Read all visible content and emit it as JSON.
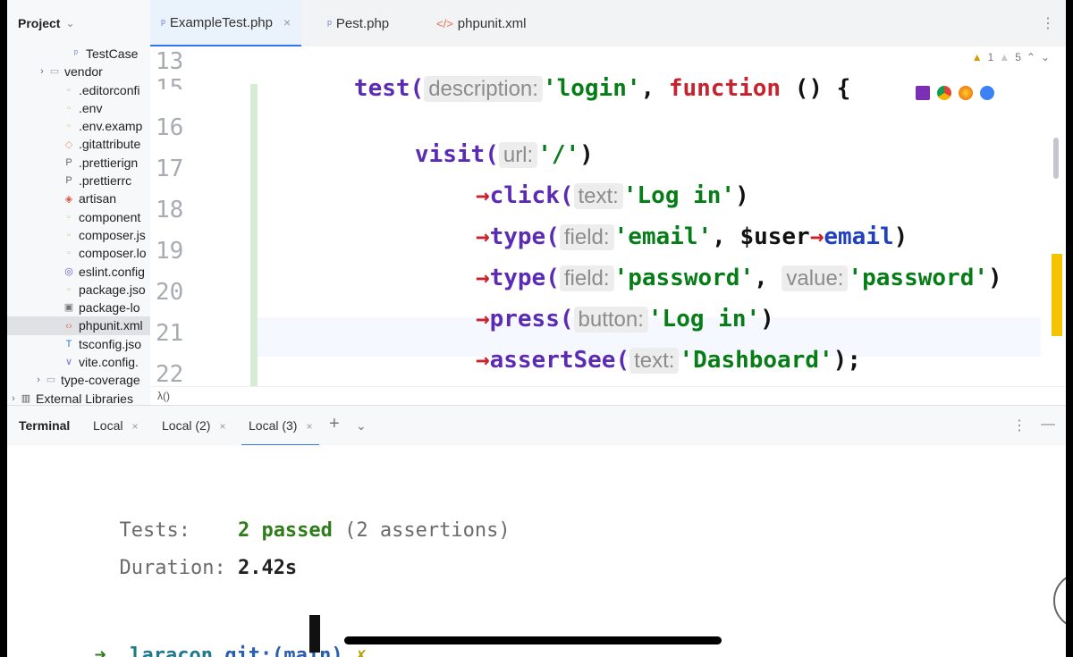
{
  "project": {
    "title": "Project",
    "tree": [
      {
        "label": "TestCase",
        "indent": 70,
        "icon": "php-file-icon",
        "arrow": ""
      },
      {
        "label": "vendor",
        "indent": 48,
        "icon": "folder-icon",
        "arrow": "›"
      },
      {
        "label": ".editorconfi",
        "indent": 62,
        "icon": "config-file-icon",
        "arrow": ""
      },
      {
        "label": ".env",
        "indent": 62,
        "icon": "env-file-icon",
        "arrow": ""
      },
      {
        "label": ".env.examp",
        "indent": 62,
        "icon": "env-file-icon",
        "arrow": ""
      },
      {
        "label": ".gitattribute",
        "indent": 62,
        "icon": "git-file-icon",
        "arrow": ""
      },
      {
        "label": ".prettierign",
        "indent": 62,
        "icon": "prettier-file-icon",
        "arrow": ""
      },
      {
        "label": ".prettierrc",
        "indent": 62,
        "icon": "prettier-file-icon",
        "arrow": ""
      },
      {
        "label": "artisan",
        "indent": 62,
        "icon": "laravel-file-icon",
        "arrow": ""
      },
      {
        "label": "component",
        "indent": 62,
        "icon": "json-file-icon",
        "arrow": ""
      },
      {
        "label": "composer.js",
        "indent": 62,
        "icon": "json-file-icon",
        "arrow": ""
      },
      {
        "label": "composer.lo",
        "indent": 62,
        "icon": "json-file-icon",
        "arrow": ""
      },
      {
        "label": "eslint.config",
        "indent": 62,
        "icon": "eslint-file-icon",
        "arrow": ""
      },
      {
        "label": "package.jso",
        "indent": 62,
        "icon": "json-file-icon",
        "arrow": ""
      },
      {
        "label": "package-lo",
        "indent": 62,
        "icon": "lock-file-icon",
        "arrow": ""
      },
      {
        "label": "phpunit.xml",
        "indent": 62,
        "icon": "xml-file-icon",
        "arrow": "",
        "selected": true
      },
      {
        "label": "tsconfig.jso",
        "indent": 62,
        "icon": "ts-file-icon",
        "arrow": ""
      },
      {
        "label": "vite.config.",
        "indent": 62,
        "icon": "vite-file-icon",
        "arrow": ""
      },
      {
        "label": "type-coverage",
        "indent": 44,
        "icon": "folder-icon",
        "arrow": "›"
      },
      {
        "label": "External Libraries",
        "indent": 8,
        "icon": "library-icon",
        "arrow": "›"
      }
    ]
  },
  "tabs": [
    {
      "label": "ExampleTest.php",
      "icon": "php-file-icon",
      "active": true,
      "closable": true
    },
    {
      "label": "Pest.php",
      "icon": "php-file-icon",
      "active": false,
      "closable": false
    },
    {
      "label": "phpunit.xml",
      "icon": "xml-file-icon",
      "active": false,
      "closable": false
    }
  ],
  "editor": {
    "line_numbers": [
      "13",
      "15",
      "16",
      "17",
      "18",
      "19",
      "20",
      "21",
      "22"
    ],
    "status": {
      "warnings": "1",
      "weak_warnings": "5"
    },
    "code": {
      "l13_test": "test(",
      "l13_hint": "description:",
      "l13_str": "'login'",
      "l13_comma": ", ",
      "l13_function": "function",
      "l13_rest": " () {",
      "l16_visit": "visit(",
      "l16_hint": "url:",
      "l16_str": "'/'",
      "l16_close": ")",
      "arrow": "→",
      "l17_fn": "click(",
      "l17_hint": "text:",
      "l17_str": "'Log in'",
      "l17_close": ")",
      "l18_fn": "type(",
      "l18_hint": "field:",
      "l18_str": "'email'",
      "l18_mid": ", $user",
      "l18_prop": "email",
      "l18_close": ")",
      "l19_fn": "type(",
      "l19_hint": "field:",
      "l19_str": "'password'",
      "l19_comma": ", ",
      "l19_hint2": "value:",
      "l19_str2": "'password'",
      "l19_close": ")",
      "l20_fn": "press(",
      "l20_hint": "button:",
      "l20_str": "'Log in'",
      "l20_close": ")",
      "l21_fn": "assertSee(",
      "l21_hint": "text:",
      "l21_str": "'Dashboard'",
      "l21_close": ");",
      "l22": "});"
    },
    "breadcrumb": "λ()"
  },
  "terminal": {
    "title": "Terminal",
    "tabs": [
      "Local",
      "Local (2)",
      "Local (3)"
    ],
    "active_tab": "Local (3)",
    "tests_label": "Tests:",
    "tests_passed": "2 passed",
    "tests_assertions": "(2 assertions)",
    "duration_label": "Duration:",
    "duration_value": "2.42s",
    "prompt_arrow": "➜",
    "prompt_dir": "laracon",
    "prompt_git": "git:(main)",
    "prompt_dirty": "✗"
  }
}
